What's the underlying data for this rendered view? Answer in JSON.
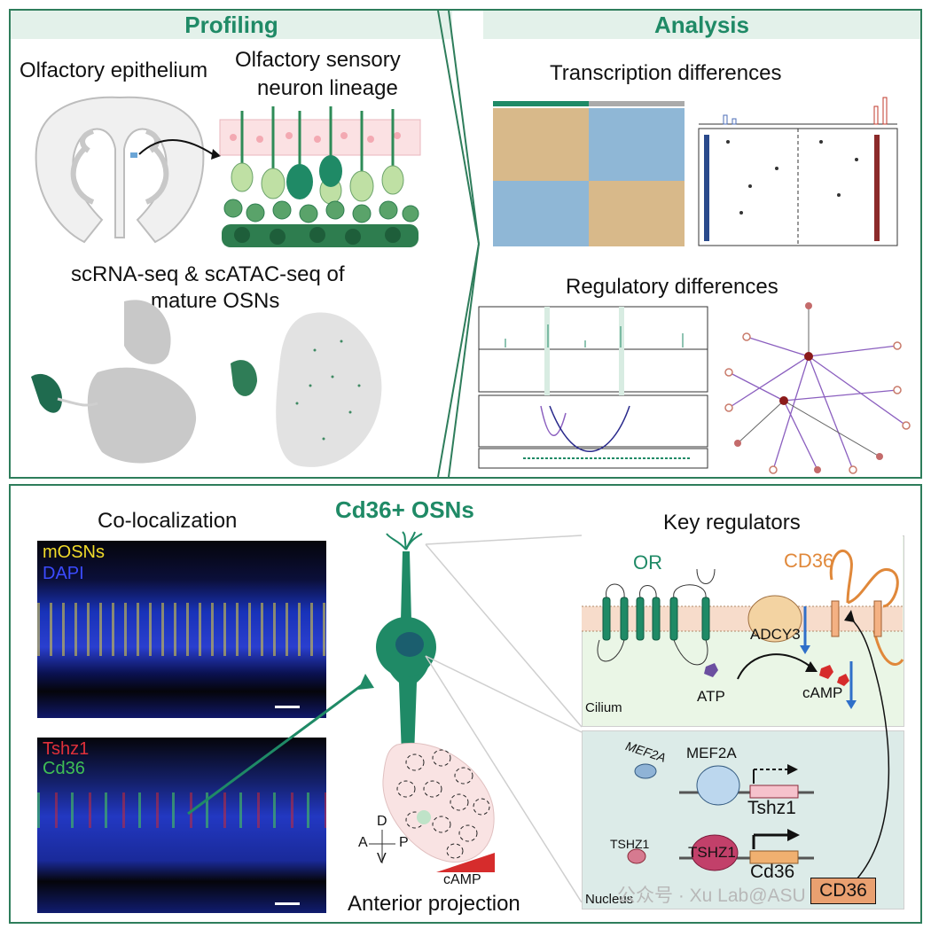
{
  "profiling": {
    "header": "Profiling",
    "tissue_label": "Olfactory epithelium",
    "lineage_label_line1": "Olfactory sensory",
    "lineage_label_line2": "neuron lineage",
    "seq_label_line1": "scRNA-seq & scATAC-seq of",
    "seq_label_line2": "mature OSNs"
  },
  "analysis": {
    "header": "Analysis",
    "transcription_label": "Transcription differences",
    "regulatory_label": "Regulatory differences"
  },
  "bottom": {
    "title": "Cd36+ OSNs",
    "colocalization_label": "Co-localization",
    "img1_legend": [
      "mOSNs",
      "DAPI"
    ],
    "img2_legend": [
      "Tshz1",
      "Cd36"
    ],
    "axes": {
      "d": "D",
      "v": "V",
      "a": "A",
      "p": "P"
    },
    "camp_gradient_label": "cAMP",
    "projection_label": "Anterior projection",
    "key_regulators_label": "Key regulators",
    "membrane": {
      "or": "OR",
      "cd36": "CD36",
      "adcy3": "ADCY3",
      "atp": "ATP",
      "camp": "cAMP",
      "cilium": "Cilium"
    },
    "nucleus": {
      "mef2a_small": "MEF2A",
      "mef2a": "MEF2A",
      "tshz1_gene": "Tshz1",
      "tshz1_small": "TSHZ1",
      "tshz1": "TSHZ1",
      "cd36_gene": "Cd36",
      "nucleus": "Nucleus",
      "cd36_box": "CD36"
    },
    "watermark": "公众号 · Xu Lab@ASU"
  },
  "colors": {
    "green": "#1f8a66",
    "panel_border": "#2e7d5b",
    "cd36_orange": "#e0883a",
    "blue_arrow": "#2f6fc9",
    "camp_red": "#d62c2c"
  }
}
